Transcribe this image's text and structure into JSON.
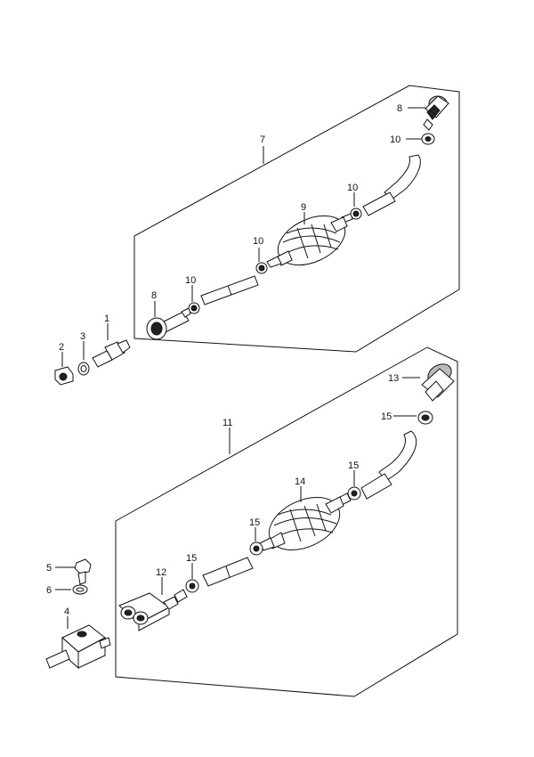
{
  "callouts": {
    "c1": "1",
    "c2": "2",
    "c3": "3",
    "c4": "4",
    "c5": "5",
    "c6": "6",
    "c7": "7",
    "c8a": "8",
    "c8b": "8",
    "c9": "9",
    "c10a": "10",
    "c10b": "10",
    "c10c": "10",
    "c10d": "10",
    "c11": "11",
    "c12": "12",
    "c13": "13",
    "c14": "14",
    "c15a": "15",
    "c15b": "15",
    "c15c": "15",
    "c15d": "15"
  }
}
